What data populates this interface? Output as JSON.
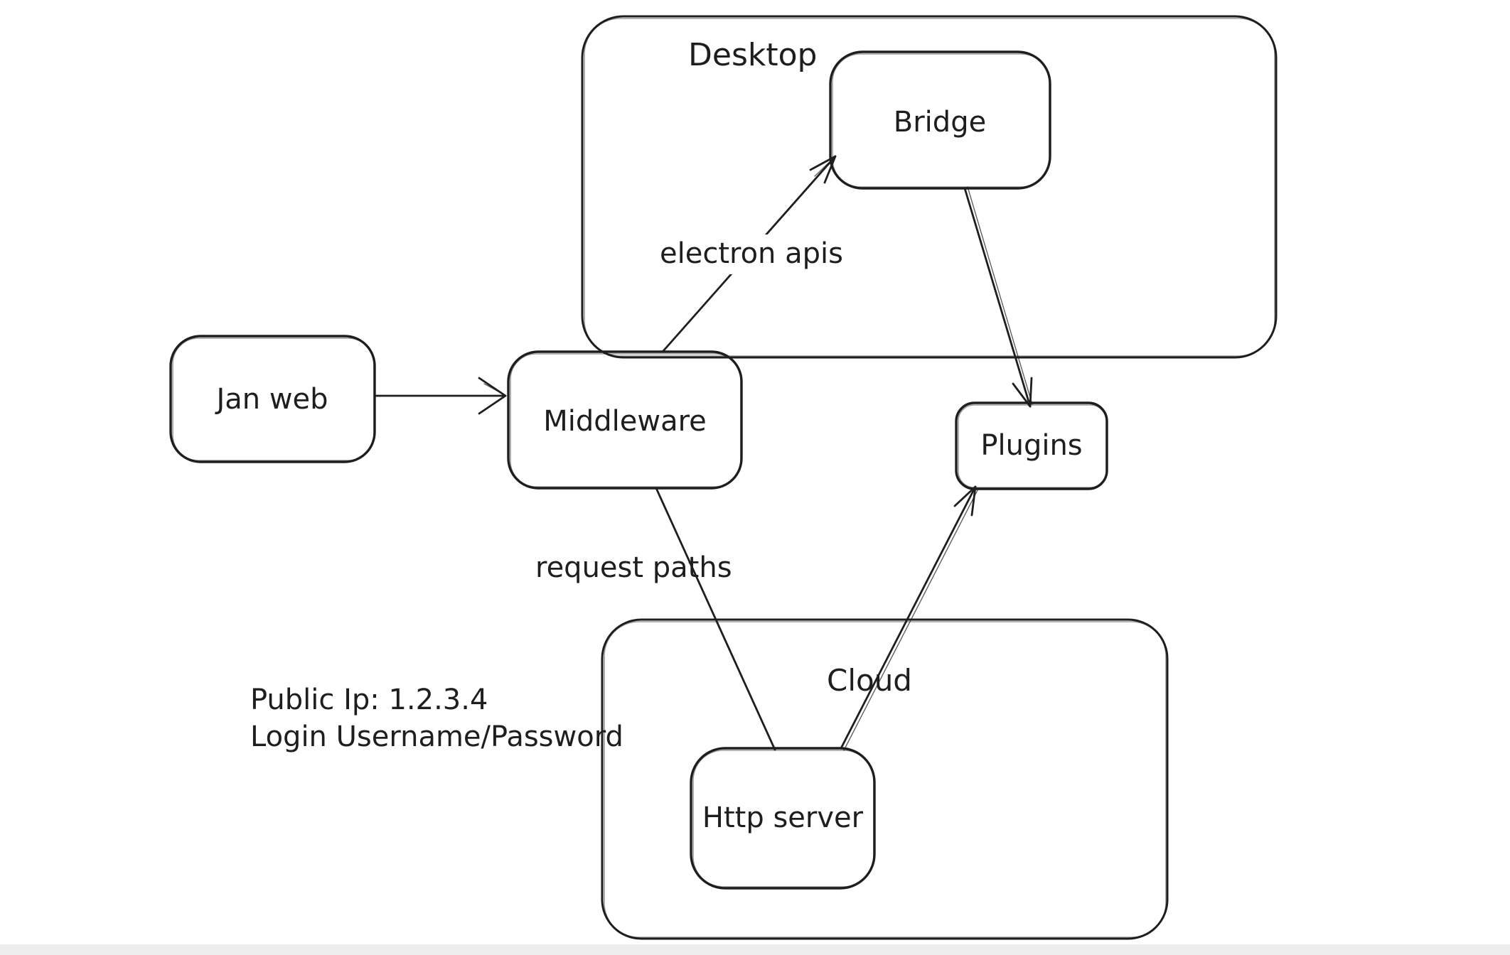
{
  "diagram": {
    "background": "#ffffff",
    "stroke_color": "#1e1e1e",
    "footer_color": "#ededed",
    "groups": {
      "desktop": {
        "label": "Desktop"
      },
      "cloud": {
        "label": "Cloud"
      }
    },
    "nodes": {
      "jan_web": {
        "label": "Jan web"
      },
      "middleware": {
        "label": "Middleware"
      },
      "bridge": {
        "label": "Bridge"
      },
      "plugins": {
        "label": "Plugins"
      },
      "http_server": {
        "label": "Http server"
      }
    },
    "edges": [
      {
        "from": "Jan web",
        "to": "Middleware",
        "label": ""
      },
      {
        "from": "Middleware",
        "to": "Bridge",
        "label": "electron apis"
      },
      {
        "from": "Bridge",
        "to": "Plugins",
        "label": ""
      },
      {
        "from": "Middleware",
        "to": "Http server",
        "label": "request paths"
      },
      {
        "from": "Http server",
        "to": "Plugins",
        "label": ""
      }
    ],
    "annotations": {
      "public_ip": "Public Ip: 1.2.3.4",
      "login": "Login Username/Password"
    }
  }
}
